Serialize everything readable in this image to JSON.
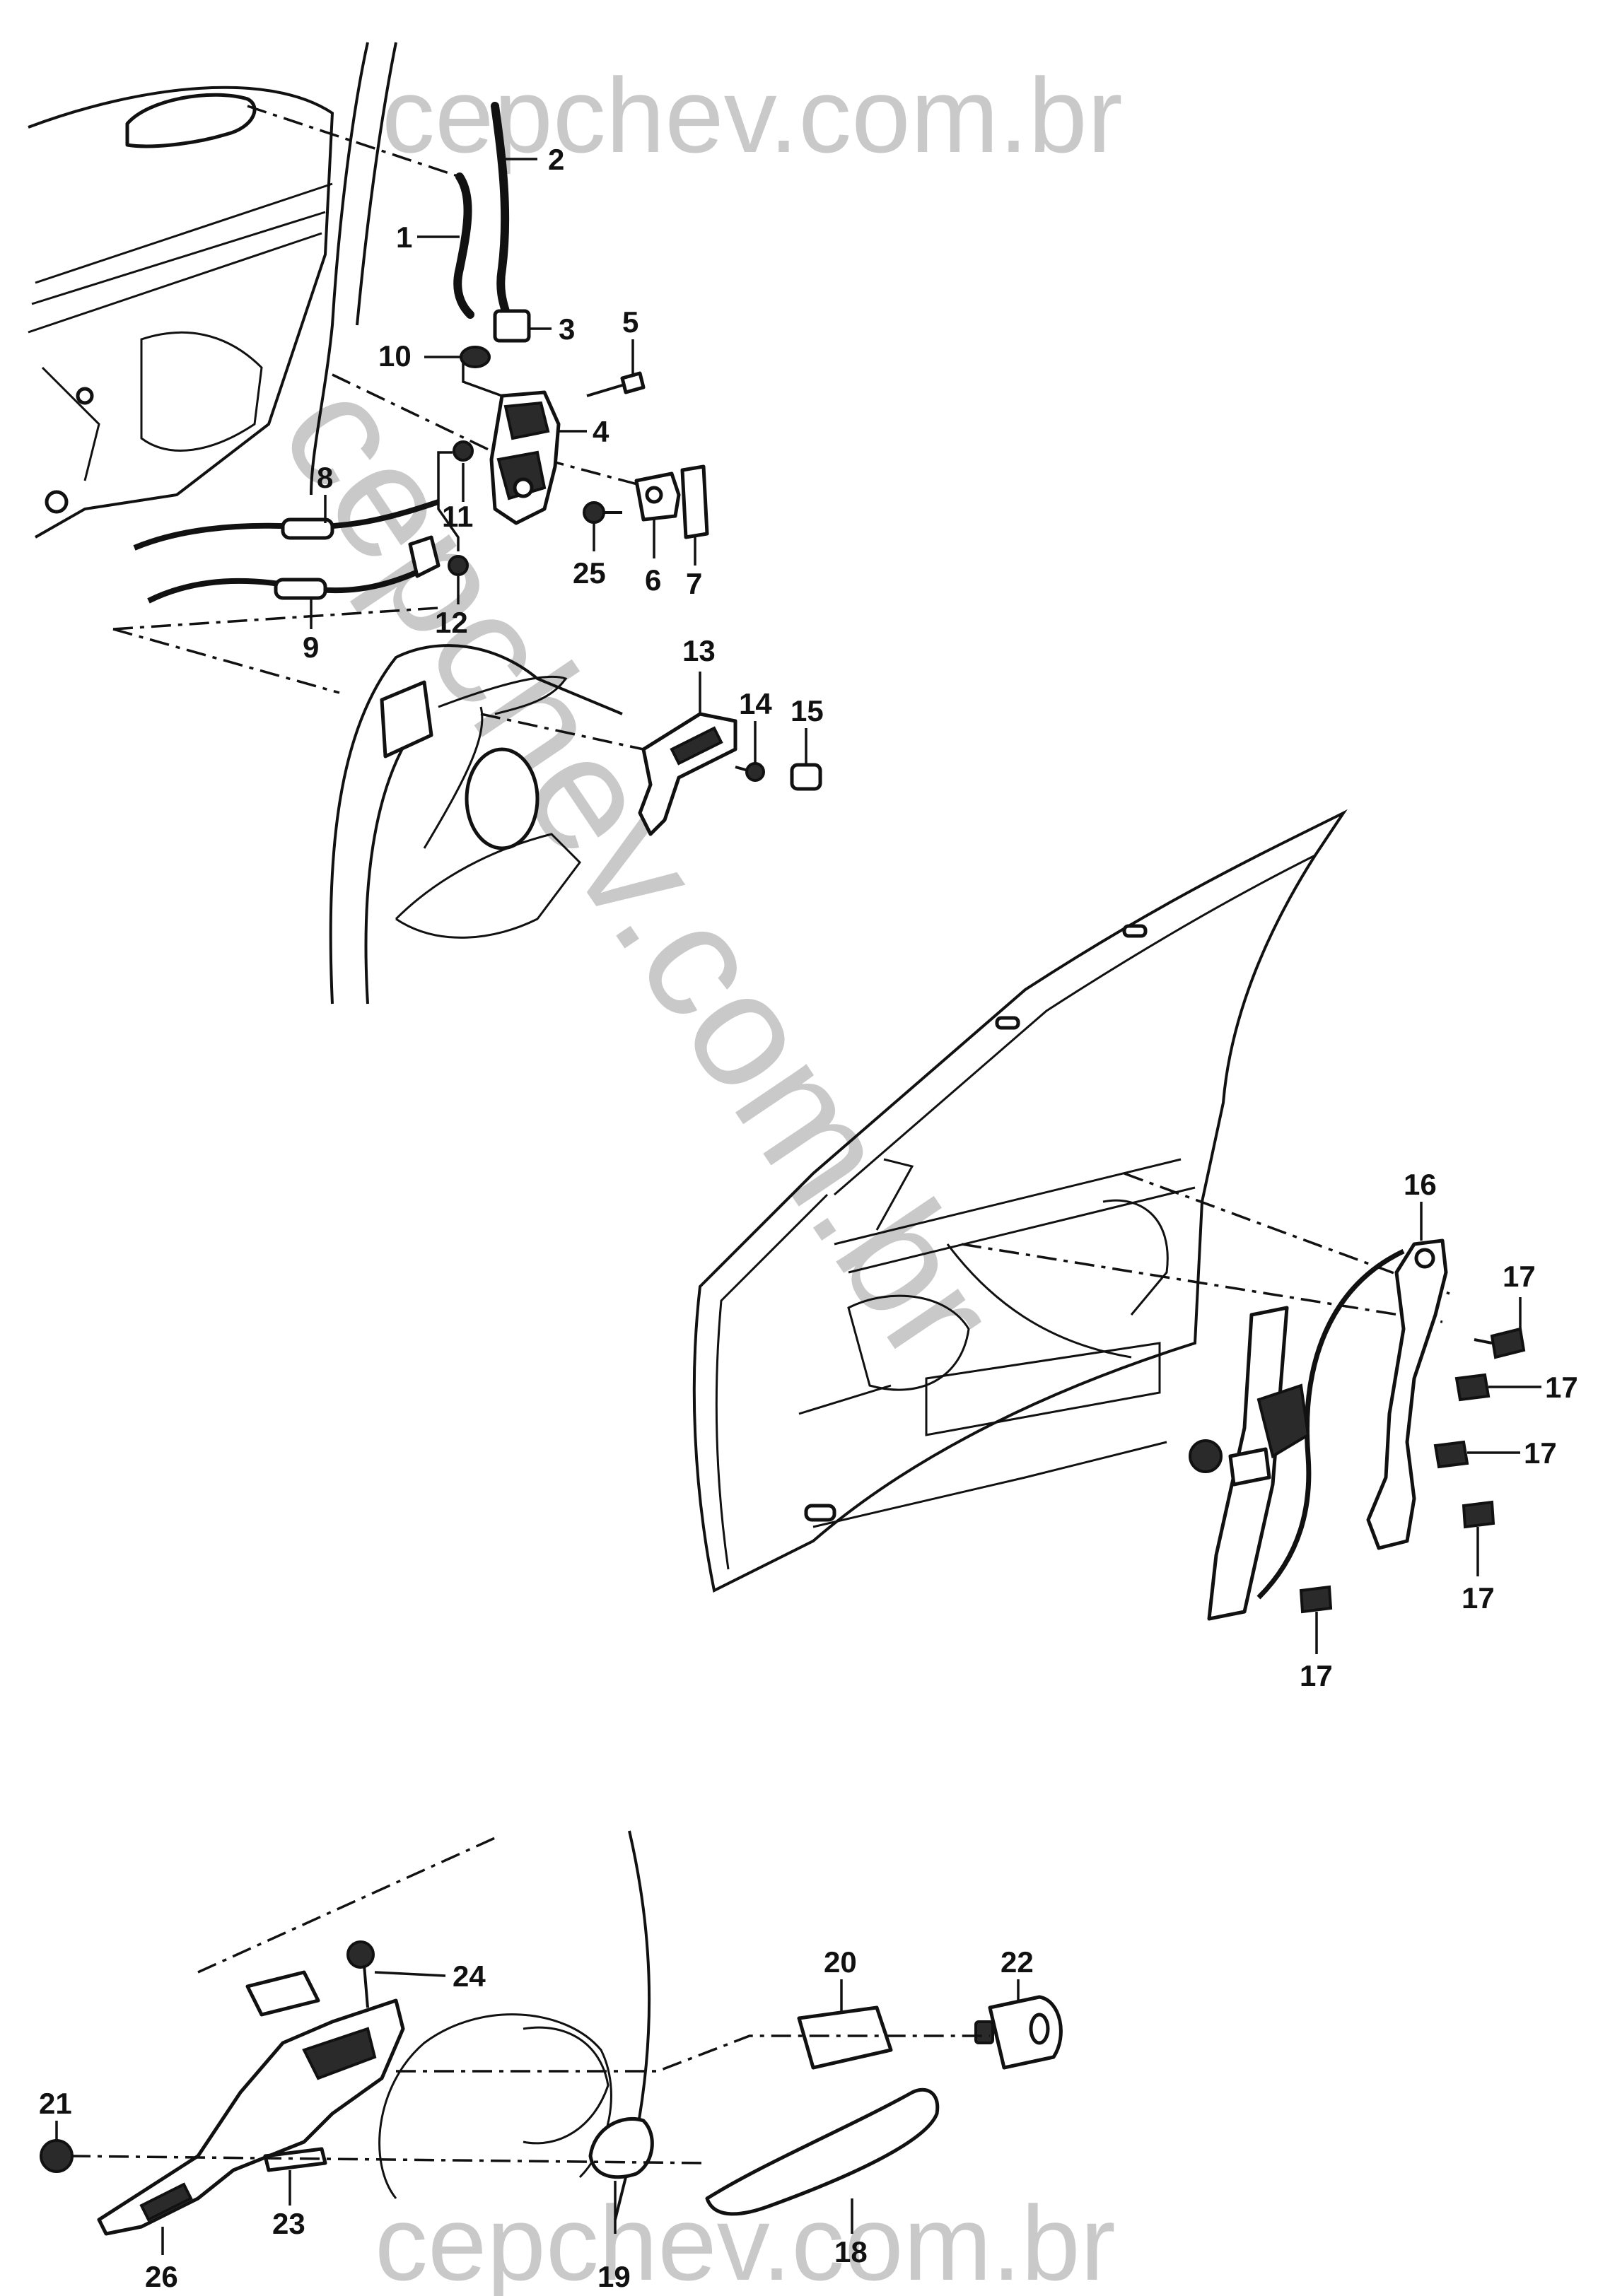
{
  "watermarks": {
    "top": "cepchev.com.br",
    "bottom": "cepchev.com.br",
    "diagonal": "cepchev.com.br"
  },
  "callouts": {
    "c1": "1",
    "c2": "2",
    "c3": "3",
    "c4": "4",
    "c5": "5",
    "c6": "6",
    "c7": "7",
    "c8": "8",
    "c9": "9",
    "c10": "10",
    "c11": "11",
    "c12": "12",
    "c13": "13",
    "c14": "14",
    "c15": "15",
    "c16": "16",
    "c17a": "17",
    "c17b": "17",
    "c17c": "17",
    "c17d": "17",
    "c17e": "17",
    "c18": "18",
    "c19": "19",
    "c20": "20",
    "c21": "21",
    "c22": "22",
    "c23": "23",
    "c24": "24",
    "c25": "25",
    "c26": "26"
  }
}
